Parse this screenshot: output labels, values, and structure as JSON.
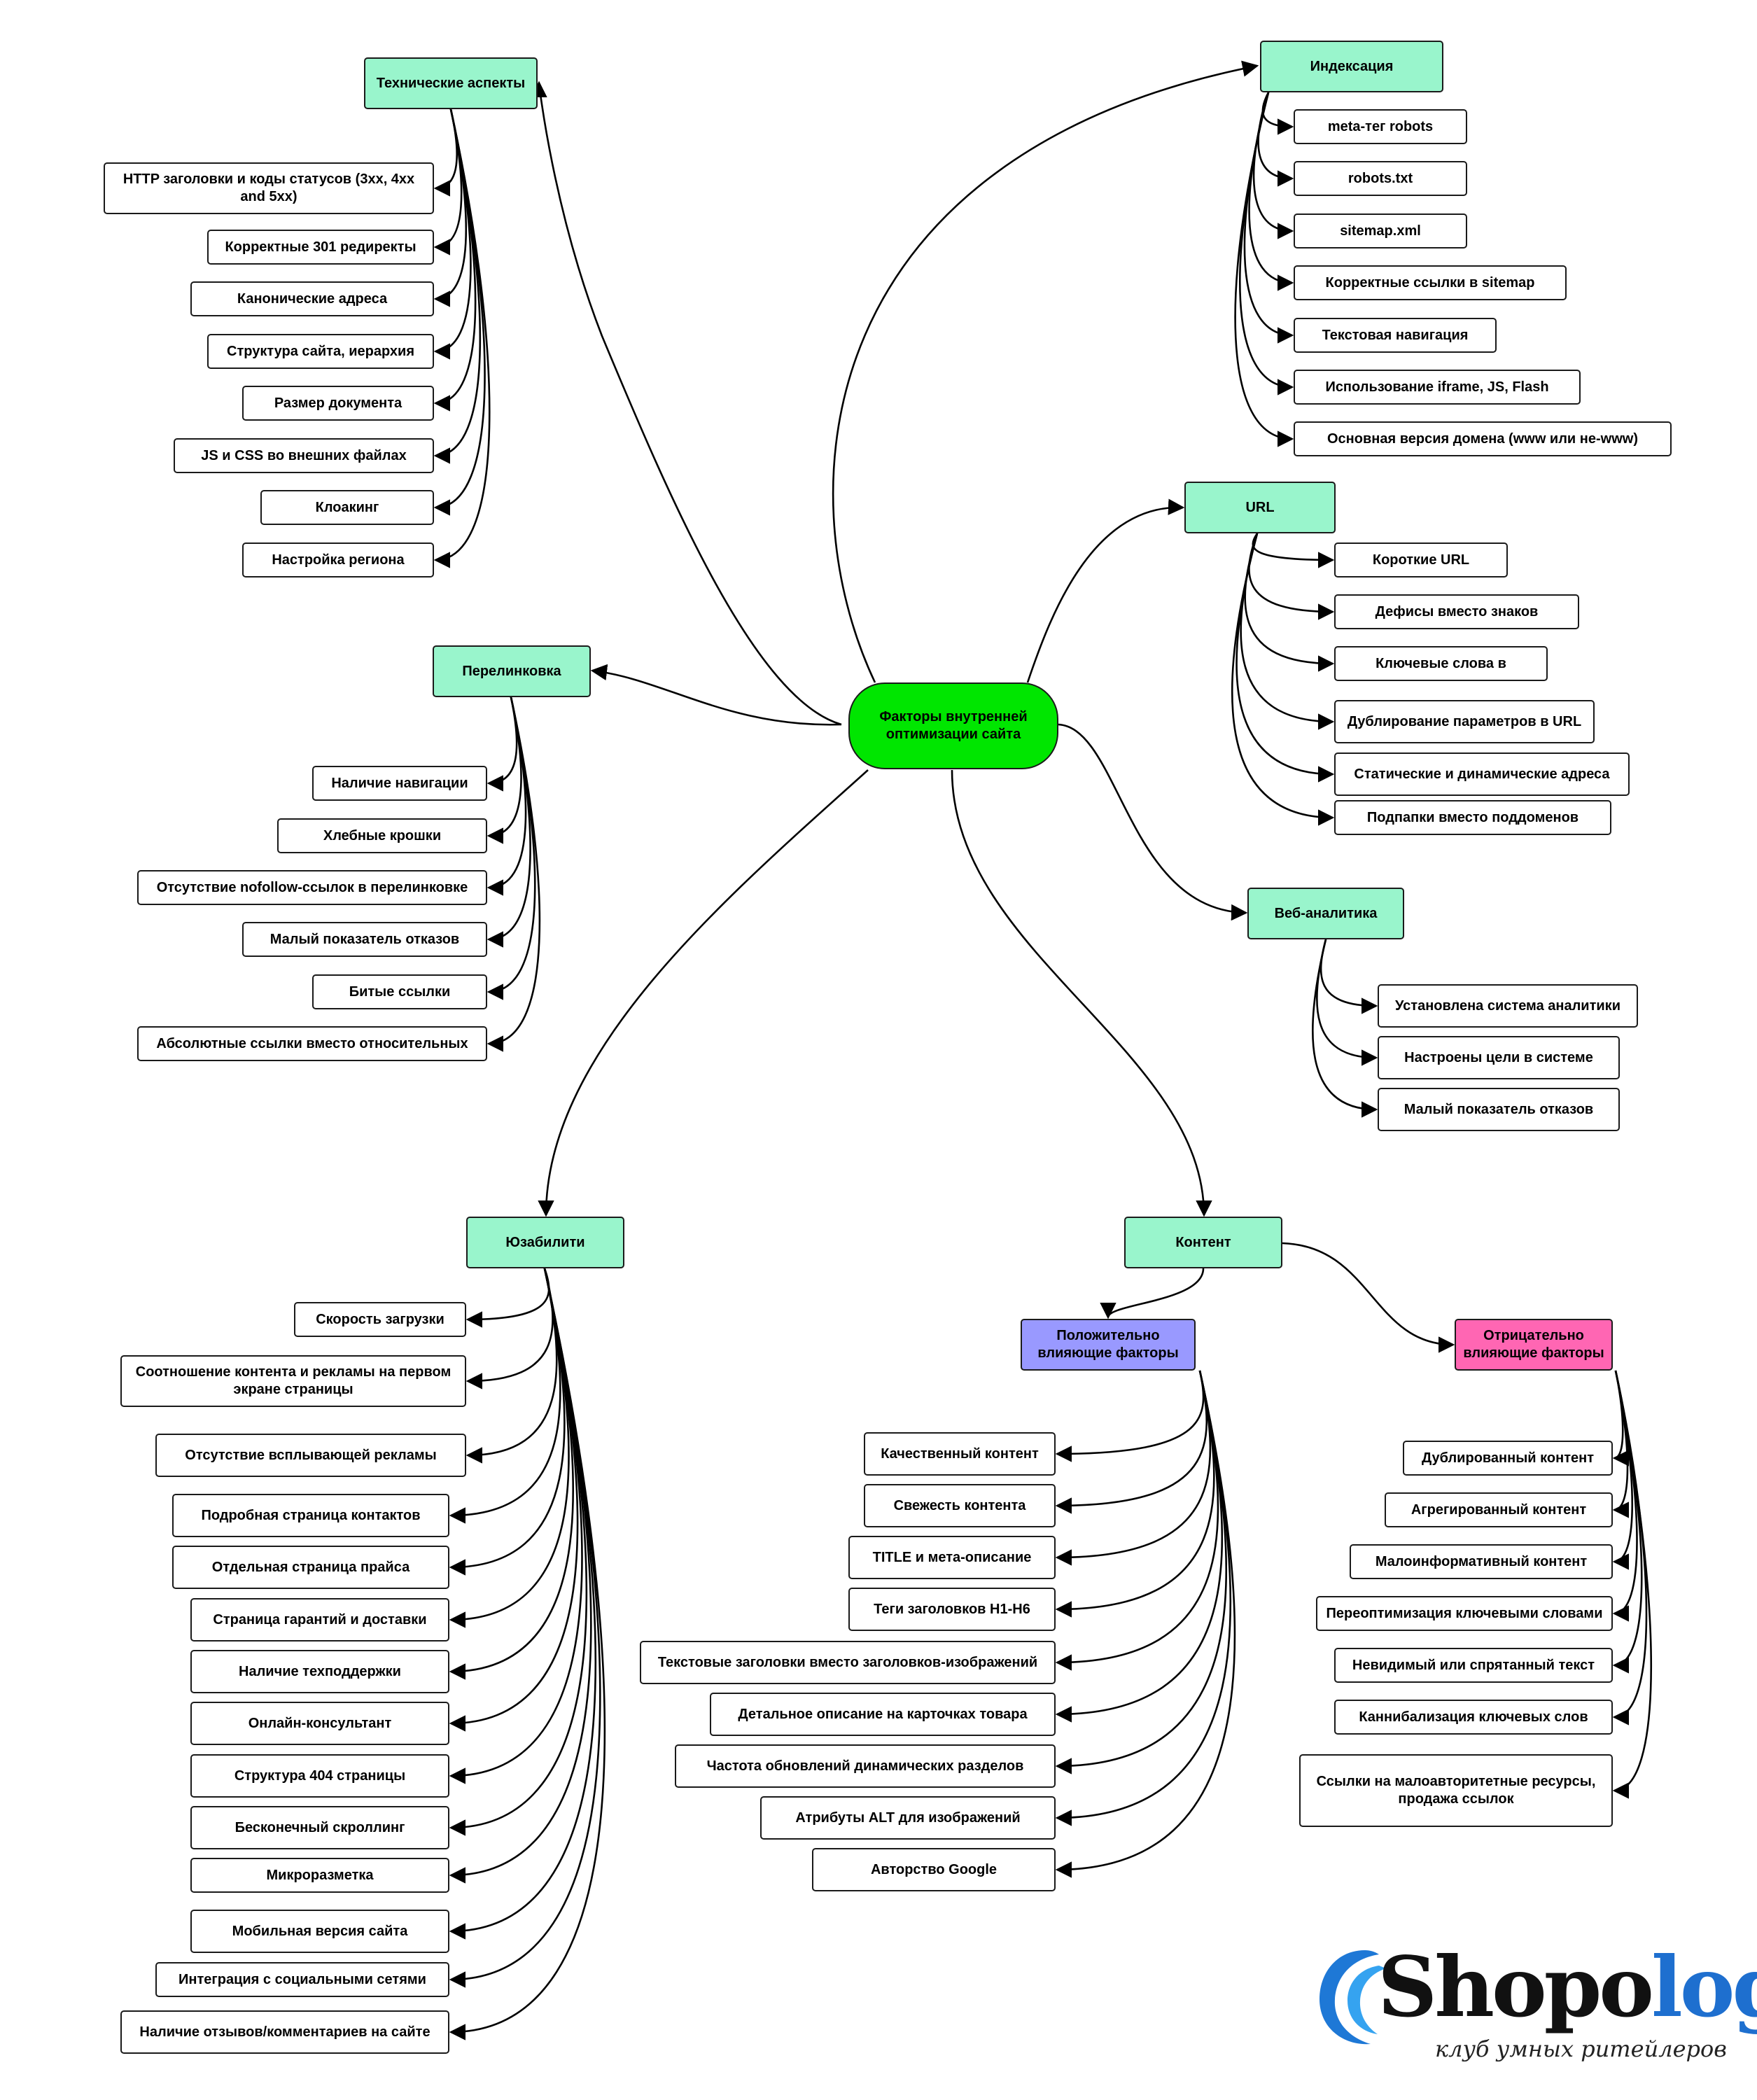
{
  "root": "Факторы внутренней оптимизации сайта",
  "branches": {
    "technical": {
      "title": "Технические аспекты",
      "items": [
        "HTTP заголовки и коды статусов (3xx, 4xx and 5xx)",
        "Корректные 301 редиректы",
        "Канонические адреса",
        "Структура сайта, иерархия",
        "Размер документа",
        "JS и CSS во внешних файлах",
        "Клоакинг",
        "Настройка региона"
      ]
    },
    "indexing": {
      "title": "Индексация",
      "items": [
        "meta-тег robots",
        "robots.txt",
        "sitemap.xml",
        "Корректные ссылки в sitemap",
        "Текстовая навигация",
        "Использование iframe, JS, Flash",
        "Основная версия домена (www или не-www)"
      ]
    },
    "url": {
      "title": "URL",
      "items": [
        "Короткие URL",
        "Дефисы вместо знаков",
        "Ключевые слова в",
        "Дублирование параметров в URL",
        "Статические и динамические адреса",
        "Подпапки вместо поддоменов"
      ]
    },
    "linking": {
      "title": "Перелинковка",
      "items": [
        "Наличие навигации",
        "Хлебные крошки",
        "Отсутствие nofollow-ссылок в перелинковке",
        "Малый показатель отказов",
        "Битые ссылки",
        "Абсолютные ссылки вместо относительных"
      ]
    },
    "analytics": {
      "title": "Веб-аналитика",
      "items": [
        "Установлена система аналитики",
        "Настроены цели в системе",
        "Малый показатель отказов"
      ]
    },
    "usability": {
      "title": "Юзабилити",
      "items": [
        "Скорость загрузки",
        "Соотношение контента и рекламы на первом экране страницы",
        "Отсутствие всплывающей рекламы",
        "Подробная страница контактов",
        "Отдельная страница прайса",
        "Страница гарантий и доставки",
        "Наличие техподдержки",
        "Онлайн-консультант",
        "Структура 404 страницы",
        "Бесконечный скроллинг",
        "Микроразметка",
        "Мобильная версия сайта",
        "Интеграция с социальными сетями",
        "Наличие отзывов/комментариев на сайте"
      ]
    },
    "content": {
      "title": "Контент",
      "positive": {
        "title": "Положительно влияющие факторы",
        "items": [
          "Качественный контент",
          "Свежесть контента",
          "TITLE и мета-описание",
          "Теги заголовков H1-H6",
          "Текстовые заголовки вместо заголовков-изображений",
          "Детальное описание на карточках товара",
          "Частота обновлений динамических разделов",
          "Атрибуты ALT для изображений",
          "Авторство Google"
        ]
      },
      "negative": {
        "title": "Отрицательно влияющие факторы",
        "items": [
          "Дублированный контент",
          "Агрегированный контент",
          "Малоинформативный контент",
          "Переоптимизация ключевыми словами",
          "Невидимый или спрятанный текст",
          "Каннибализация ключевых слов",
          "Ссылки на малоавторитетные ресурсы, продажа ссылок"
        ]
      }
    }
  },
  "colors": {
    "root": "#00e600",
    "branch": "#99f5cc",
    "positive": "#9999ff",
    "negative": "#ff66b3",
    "leaf": "#ffffff",
    "stroke": "#1a1a1a"
  },
  "logo": {
    "word_dark": "Shopo",
    "word_accent": "log",
    "tagline": "клуб умных ритейлеров"
  }
}
